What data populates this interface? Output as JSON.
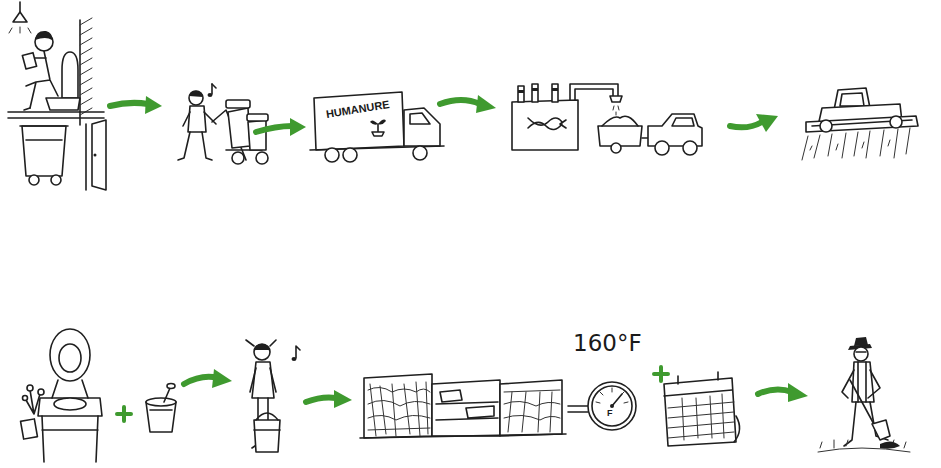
{
  "diagram": {
    "labels": [
      "HUMANURE",
      "160°F",
      "F"
    ]
  }
}
